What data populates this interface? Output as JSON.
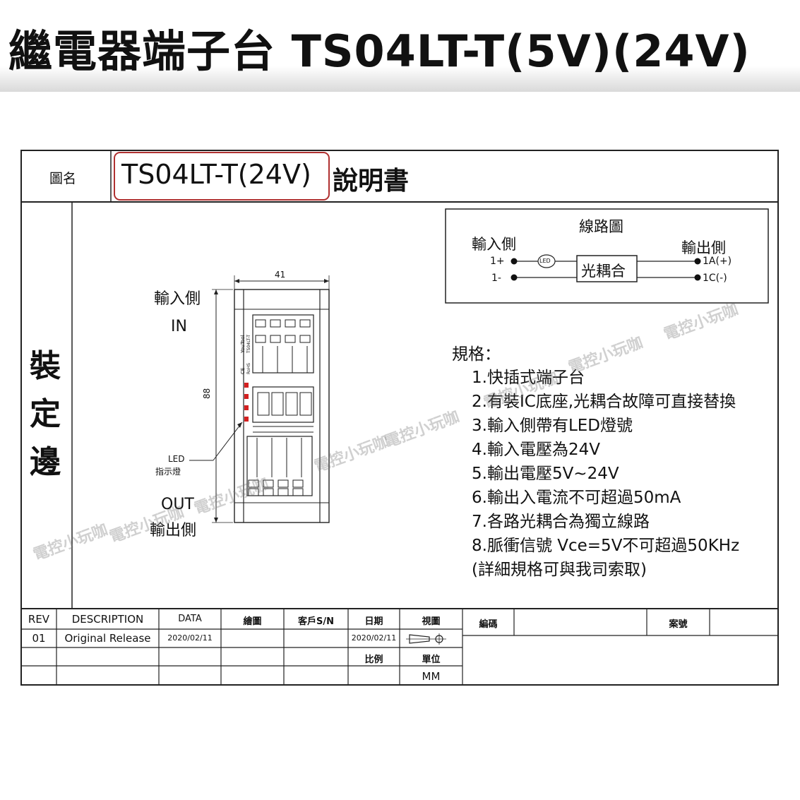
{
  "banner": {
    "title": "繼電器端子台 TS04LT-T(5V)(24V)"
  },
  "sheet": {
    "drawing_name_label": "圖名",
    "model": "TS04LT-T(24V)",
    "doc_suffix": "說明書",
    "binding_edge": [
      "裝",
      "定",
      "邊"
    ]
  },
  "circuit": {
    "title": "線路圖",
    "input_side": "輸入側",
    "output_side": "輸出側",
    "in_plus": "1+",
    "in_minus": "1-",
    "led_label": "LED",
    "optocoupler": "光耦合",
    "out_plus": "1A(+)",
    "out_minus": "1C(-)"
  },
  "drawing": {
    "input_side": "輸入側",
    "in_label": "IN",
    "width_dim": "41",
    "height_dim": "88",
    "led_label": "LED",
    "led_indicator": "指示燈",
    "out_label": "OUT",
    "output_side": "輸出側",
    "brand": "YouTool",
    "model_small": "TS04LT-T",
    "cert": "CE",
    "rohs": "RoHS"
  },
  "specs": {
    "heading": "規格：",
    "items": [
      "1.快插式端子台",
      "2.有裝IC底座,光耦合故障可直接替換",
      "3.輸入側帶有LED燈號",
      "4.輸入電壓為24V",
      "5.輸出電壓5V~24V",
      "6.輸出入電流不可超過50mA",
      "7.各路光耦合為獨立線路",
      "8.脈衝信號 Vce=5V不可超過50KHz",
      "(詳細規格可與我司索取)"
    ]
  },
  "title_block": {
    "rev_header": "REV",
    "desc_header": "DESCRIPTION",
    "data_header": "DATA",
    "draw_header": "繪圖",
    "customer_header": "客戶S/N",
    "date_header": "日期",
    "view_header": "視圖",
    "code_header": "編碼",
    "case_header": "案號",
    "rev_value": "01",
    "desc_value": "Original Release",
    "data_value": "2020/02/11",
    "date_value": "2020/02/11",
    "scale_header": "比例",
    "unit_header": "單位",
    "unit_value": "MM"
  },
  "watermark": {
    "text": "電控小玩咖"
  },
  "colors": {
    "highlight": "#b03030",
    "led_red": "#d42020",
    "frame": "#222222"
  }
}
